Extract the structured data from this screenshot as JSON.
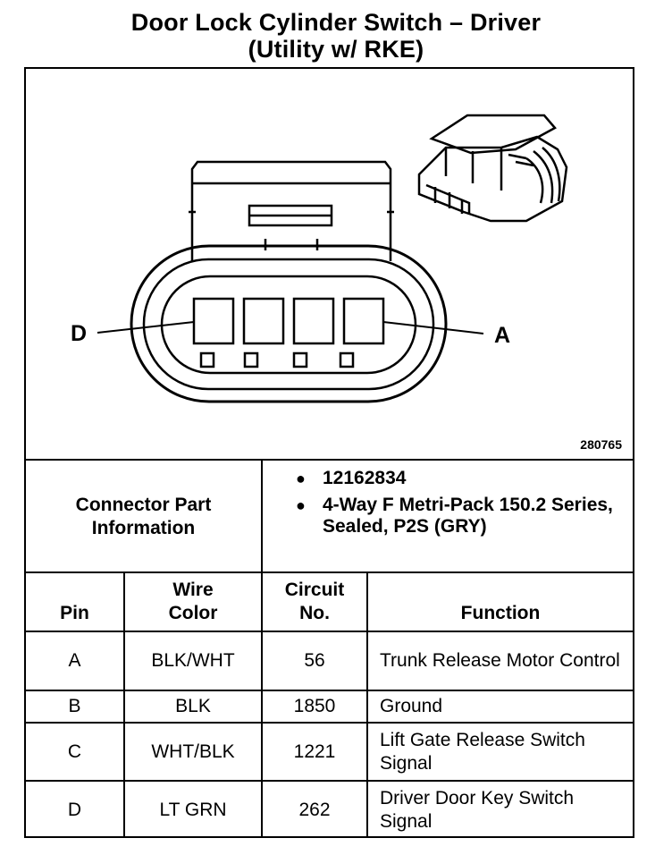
{
  "title": {
    "line1": "Door Lock Cylinder Switch – Driver",
    "line2": "(Utility w/ RKE)"
  },
  "diagram": {
    "label_left": "D",
    "label_right": "A",
    "figure_id": "280765"
  },
  "connector_info": {
    "label": "Connector Part Information",
    "bullets": [
      "12162834",
      "4-Way F Metri-Pack 150.2 Series, Sealed, P2S (GRY)"
    ]
  },
  "table": {
    "headers": [
      "Pin",
      "Wire Color",
      "Circuit No.",
      "Function"
    ],
    "rows": [
      {
        "pin": "A",
        "color": "BLK/WHT",
        "circuit": "56",
        "function": "Trunk Release Motor Control"
      },
      {
        "pin": "B",
        "color": "BLK",
        "circuit": "1850",
        "function": "Ground"
      },
      {
        "pin": "C",
        "color": "WHT/BLK",
        "circuit": "1221",
        "function": "Lift Gate Release Switch Signal"
      },
      {
        "pin": "D",
        "color": "LT GRN",
        "circuit": "262",
        "function": "Driver Door Key Switch Signal"
      }
    ]
  }
}
